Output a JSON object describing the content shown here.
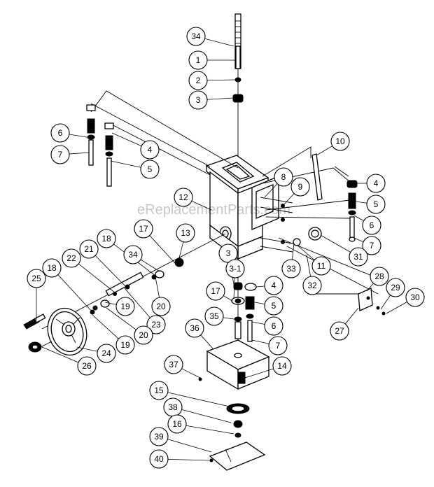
{
  "watermark": "eReplacementParts.com",
  "callouts": [
    {
      "label": "34"
    },
    {
      "label": "1"
    },
    {
      "label": "2"
    },
    {
      "label": "3"
    },
    {
      "label": "6"
    },
    {
      "label": "4"
    },
    {
      "label": "7"
    },
    {
      "label": "5"
    },
    {
      "label": "10"
    },
    {
      "label": "8"
    },
    {
      "label": "9"
    },
    {
      "label": "4"
    },
    {
      "label": "5"
    },
    {
      "label": "6"
    },
    {
      "label": "7"
    },
    {
      "label": "12"
    },
    {
      "label": "13"
    },
    {
      "label": "17"
    },
    {
      "label": "18"
    },
    {
      "label": "21"
    },
    {
      "label": "22"
    },
    {
      "label": "34"
    },
    {
      "label": "3"
    },
    {
      "label": "3-1"
    },
    {
      "label": "4"
    },
    {
      "label": "17"
    },
    {
      "label": "5"
    },
    {
      "label": "35"
    },
    {
      "label": "6"
    },
    {
      "label": "7"
    },
    {
      "label": "18"
    },
    {
      "label": "25"
    },
    {
      "label": "19"
    },
    {
      "label": "20"
    },
    {
      "label": "23"
    },
    {
      "label": "20"
    },
    {
      "label": "19"
    },
    {
      "label": "24"
    },
    {
      "label": "26"
    },
    {
      "label": "36"
    },
    {
      "label": "14"
    },
    {
      "label": "37"
    },
    {
      "label": "15"
    },
    {
      "label": "38"
    },
    {
      "label": "16"
    },
    {
      "label": "39"
    },
    {
      "label": "40"
    },
    {
      "label": "31"
    },
    {
      "label": "11"
    },
    {
      "label": "33"
    },
    {
      "label": "32"
    },
    {
      "label": "28"
    },
    {
      "label": "29"
    },
    {
      "label": "30"
    },
    {
      "label": "27"
    }
  ]
}
